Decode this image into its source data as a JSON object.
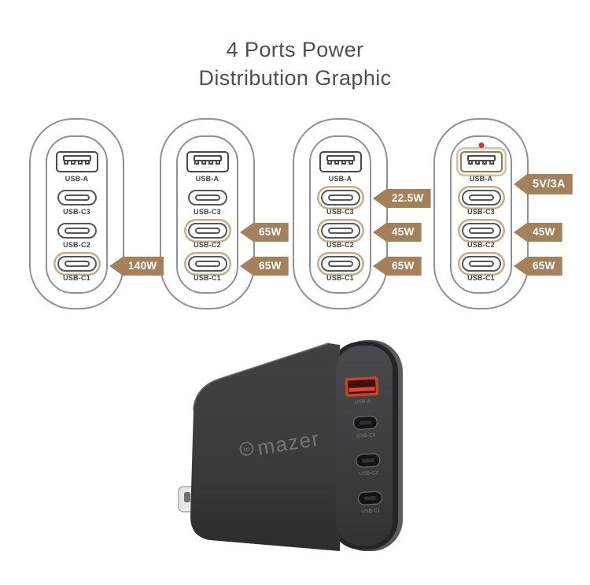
{
  "title": {
    "line1": "4 Ports Power",
    "line2": "Distribution Graphic"
  },
  "scenarios": [
    {
      "name": "single-port-output",
      "ports": [
        {
          "label": "USB-A",
          "highlighted": false
        },
        {
          "label": "USB-C3",
          "highlighted": false
        },
        {
          "label": "USB-C2",
          "highlighted": false
        },
        {
          "label": "USB-C1",
          "highlighted": true
        }
      ],
      "tags": [
        {
          "text": "140W",
          "target": "USB-C1"
        }
      ]
    },
    {
      "name": "dual-port-output",
      "ports": [
        {
          "label": "USB-A",
          "highlighted": false
        },
        {
          "label": "USB-C3",
          "highlighted": false
        },
        {
          "label": "USB-C2",
          "highlighted": true
        },
        {
          "label": "USB-C1",
          "highlighted": true
        }
      ],
      "tags": [
        {
          "text": "65W",
          "target": "USB-C2"
        },
        {
          "text": "65W",
          "target": "USB-C1"
        }
      ]
    },
    {
      "name": "triple-port-output",
      "ports": [
        {
          "label": "USB-A",
          "highlighted": false
        },
        {
          "label": "USB-C3",
          "highlighted": true
        },
        {
          "label": "USB-C2",
          "highlighted": true
        },
        {
          "label": "USB-C1",
          "highlighted": true
        }
      ],
      "tags": [
        {
          "text": "22.5W",
          "target": "USB-C3"
        },
        {
          "text": "45W",
          "target": "USB-C2"
        },
        {
          "text": "65W",
          "target": "USB-C1"
        }
      ]
    },
    {
      "name": "quad-port-output",
      "indicator": "red-dot-above-usb-a",
      "ports": [
        {
          "label": "USB-A",
          "highlighted": true
        },
        {
          "label": "USB-C3",
          "highlighted": true
        },
        {
          "label": "USB-C2",
          "highlighted": true
        },
        {
          "label": "USB-C1",
          "highlighted": true
        }
      ],
      "tags": [
        {
          "text": "5V/3A",
          "target": "USB-A + USB-C3"
        },
        {
          "text": "45W",
          "target": "USB-C2"
        },
        {
          "text": "65W",
          "target": "USB-C1"
        }
      ]
    }
  ],
  "product": {
    "brand": "mazer",
    "port_labels": [
      "USB-A",
      "USB-C3",
      "USB-C2",
      "USB-C1"
    ]
  },
  "colors": {
    "tag_tan": "#a5815b",
    "highlight_ring": "#c7ab89",
    "outline_gray": "#8f9193",
    "red_dot": "#e0322a",
    "usb_a_port_red": "#c44527",
    "charger_body_dark": "#323436"
  }
}
